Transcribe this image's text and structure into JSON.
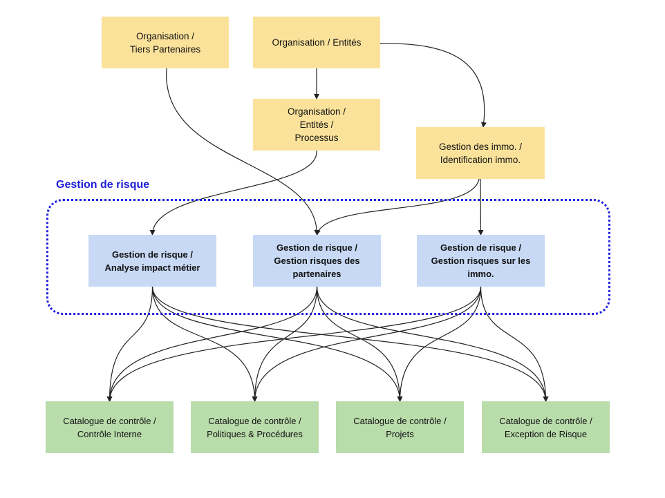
{
  "diagram": {
    "group": {
      "label": "Gestion de risque",
      "color": "#1f1fe0"
    },
    "colors": {
      "organisation": "#fbe29b",
      "risk": "#c8d9f5",
      "catalogue": "#b9dcab",
      "edge": "#222222"
    },
    "nodes": {
      "org_tiers": {
        "label": "Organisation /\nTiers Partenaires"
      },
      "org_entites": {
        "label": "Organisation / Entités"
      },
      "org_processus": {
        "label": "Organisation /\nEntités /\nProcessus"
      },
      "gestion_immo": {
        "label": "Gestion des immo. /\nIdentification immo."
      },
      "risk_bia": {
        "label": "Gestion de risque /\nAnalyse impact métier"
      },
      "risk_partenaires": {
        "label": "Gestion de risque /\nGestion risques des\npartenaires"
      },
      "risk_immo": {
        "label": "Gestion de risque /\nGestion risques sur les\nimmo."
      },
      "cat_controle": {
        "label": "Catalogue de contrôle /\nContrôle Interne"
      },
      "cat_politiques": {
        "label": "Catalogue de contrôle /\nPolitiques & Procédures"
      },
      "cat_projets": {
        "label": "Catalogue de contrôle /\nProjets"
      },
      "cat_exception": {
        "label": "Catalogue de contrôle /\nException de Risque"
      }
    },
    "edges": [
      {
        "from": "org_entites",
        "to": "org_processus"
      },
      {
        "from": "org_entites",
        "to": "gestion_immo"
      },
      {
        "from": "org_tiers",
        "to": "risk_partenaires"
      },
      {
        "from": "org_processus",
        "to": "risk_bia"
      },
      {
        "from": "gestion_immo",
        "to": "risk_partenaires"
      },
      {
        "from": "gestion_immo",
        "to": "risk_immo"
      },
      {
        "from": "risk_bia",
        "to": "cat_controle"
      },
      {
        "from": "risk_bia",
        "to": "cat_politiques"
      },
      {
        "from": "risk_bia",
        "to": "cat_projets"
      },
      {
        "from": "risk_bia",
        "to": "cat_exception"
      },
      {
        "from": "risk_partenaires",
        "to": "cat_controle"
      },
      {
        "from": "risk_partenaires",
        "to": "cat_politiques"
      },
      {
        "from": "risk_partenaires",
        "to": "cat_projets"
      },
      {
        "from": "risk_partenaires",
        "to": "cat_exception"
      },
      {
        "from": "risk_immo",
        "to": "cat_controle"
      },
      {
        "from": "risk_immo",
        "to": "cat_politiques"
      },
      {
        "from": "risk_immo",
        "to": "cat_projets"
      },
      {
        "from": "risk_immo",
        "to": "cat_exception"
      }
    ]
  }
}
